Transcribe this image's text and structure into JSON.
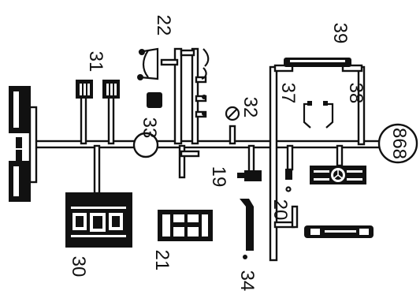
{
  "labels": {
    "l868": "868",
    "l39": "39",
    "l38": "38",
    "l37": "37",
    "l32": "32",
    "l33": "33",
    "l31": "31",
    "l22": "22",
    "l19": "19",
    "l20": "20",
    "l21": "21",
    "l30": "30",
    "l34": "34"
  },
  "colors": {
    "ink": "#111111",
    "paper": "#ffffff"
  }
}
